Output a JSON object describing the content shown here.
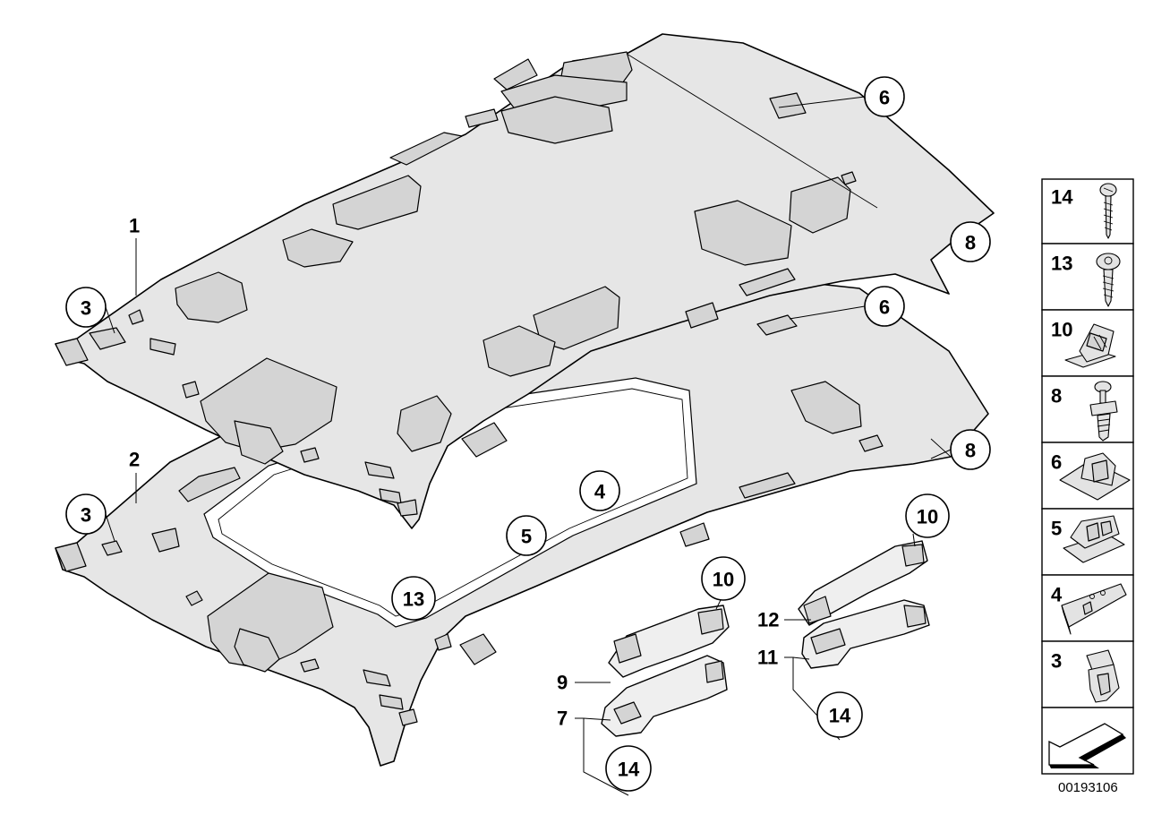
{
  "document_number": "00193106",
  "callouts": {
    "c6a": "6",
    "c8a": "8",
    "c3a": "3",
    "c6b": "6",
    "c8b": "8",
    "c3b": "3",
    "c4": "4",
    "c5": "5",
    "c13": "13",
    "c10a": "10",
    "c10b": "10",
    "c14a": "14",
    "c14b": "14"
  },
  "labels": {
    "l1": "1",
    "l2": "2",
    "l7": "7",
    "l9": "9",
    "l11": "11",
    "l12": "12"
  },
  "legend": [
    "14",
    "13",
    "10",
    "8",
    "6",
    "5",
    "4",
    "3"
  ]
}
